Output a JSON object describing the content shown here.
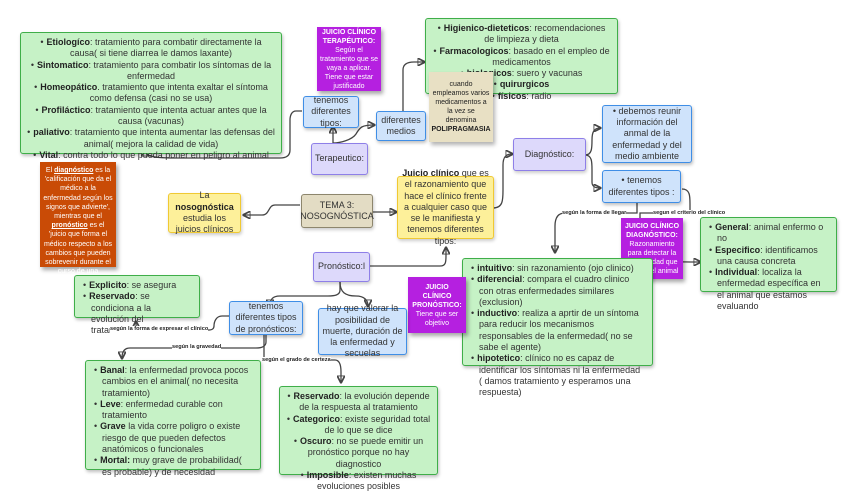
{
  "title": "TEMA 3: NOSOGNÓSTICA",
  "central": {
    "line1": "TEMA 3:",
    "line2": "NOSOGNÓSTICA"
  },
  "nosognostica_def": {
    "prefix": "La ",
    "bold": "nosognóstica",
    "suffix": " estudia los juicios clínicos"
  },
  "juicio_clinico": {
    "bold": "Juicio clínico",
    "text": " que es el razonamiento que hace el clínico frente a cualquier caso que se le manifiesta y tenemos diferentes tipos:"
  },
  "terapeutico": {
    "label": "Terapeutico:",
    "tipos_label": "tenemos diferentes tipos:",
    "medios_label": "diferentes medios",
    "tipos": [
      {
        "term": "Etiologíco",
        "desc": ": tratamiento para combatir directamente la causa( si tiene diarrea le damos laxante)"
      },
      {
        "term": "Sintomatico",
        "desc": ": tratamiento para combatir los síntomas de la enfermedad"
      },
      {
        "term": "Homeopático",
        "desc": ". tratamiento que intenta exaltar el síntoma como defensa (casi no se usa)"
      },
      {
        "term": "Profiláctico",
        "desc": ": tratamiento que intenta actuar antes que la causa (vacunas)"
      },
      {
        "term": "paliativo",
        "desc": ": tratamiento que intenta aumentar las defensas del animal( mejora la calidad de vida)"
      },
      {
        "term": "Vital",
        "desc": ": contra todo lo que pueda poner en peligro al animal"
      }
    ],
    "medios": [
      {
        "term": "Higienico-dieteticos",
        "desc": ": recomendaciones de limpieza y dieta"
      },
      {
        "term": "Farmacologicos",
        "desc": ": basado en el empleo de medicamentos"
      },
      {
        "term": "biologicos",
        "desc": ": suero y vacunas"
      },
      {
        "term": "quirurgicos",
        "desc": ""
      },
      {
        "term": "físicos",
        "desc": ": radio"
      }
    ],
    "note": {
      "title": "JUICIO CLÍNICO TERAPÉUTICO:",
      "text": "Según el tratamiento que se vaya a aplicar. Tiene que estar justificado"
    },
    "polipragmasia_note": {
      "text": "cuando empleamos varios medicamentos a la vez se denomina",
      "bold": "POLIPRAGMASIA"
    }
  },
  "diagnostico": {
    "label": "Diagnóstico:",
    "reunir": "debemos reunir información del anmal de la enfermedad y del medio ambiente",
    "tipos_label": "tenemos diferentes tipos :",
    "edge_forma_llegar": "según la forma de llegar",
    "edge_criterio": "segun el criterio del clínico",
    "criterio": [
      {
        "term": "General",
        "desc": ": animal enfermo o no"
      },
      {
        "term": "Especifico",
        "desc": ": identificamos una causa concreta"
      },
      {
        "term": "Individual",
        "desc": ": localiza la enfermedad específica en el animal que estamos evaluando"
      }
    ],
    "forma": [
      {
        "term": "intuitivo",
        "desc": ": sin razonamiento (ojo clinico)"
      },
      {
        "term": "diferencial",
        "desc": ": compara el cuadro clinico con otras enfermedades similares (exclusion)"
      },
      {
        "term": "inductivo",
        "desc": ": realiza a aprtir de un síntoma para reducir los mecanismos responsables de la enfermedad( no se sabe el agente)"
      },
      {
        "term": "hipotetico",
        "desc": ": clínico no es capaz de identificar los síntomas ni la enfermedad ( damos tratamiento y esperamos una respuesta)"
      }
    ],
    "note": {
      "title": "JUICIO CLÍNICO DIAGNÓSTICO:",
      "text": "Razonamiento para detectar la enfermedad que padece el animal"
    }
  },
  "pronostico": {
    "label": "Pronóstico:l",
    "tipos_label": "tenemos diferentes tipos de pronósticos:",
    "valorar": "hay que valorar la posibilidad de muerte, duración de la enfermedad y secuelas",
    "edge_expresar": "según la forma de expresar el clínico",
    "edge_gravedad": "según la gravedad",
    "edge_certeza": "según el grado de certeza",
    "expresar": [
      {
        "term": "Explicito",
        "desc": ": se asegura"
      },
      {
        "term": "Reservado",
        "desc": ": se condiciona a la evolución del tratamiento"
      }
    ],
    "gravedad": [
      {
        "term": "Banal",
        "desc": ": la enfermedad provoca pocos cambios en el animal( no necesita tratamiento)"
      },
      {
        "term": "Leve",
        "desc": ": enfermedad curable con tratamiento"
      },
      {
        "term": "Grave",
        "desc": " la vida corre poligro o existe riesgo de que pueden defectos anatómicos o funcionales"
      },
      {
        "term": "Mortal:",
        "desc": " muy grave de probabilidad( es probable) y de necesidad"
      }
    ],
    "certeza": [
      {
        "term": "Reservado",
        "desc": ": la evolución depende de la respuesta al tratamiento"
      },
      {
        "term": "Categorico",
        "desc": ": existe seguridad total de lo que se dice"
      },
      {
        "term": "Oscuro",
        "desc": ": no se puede emitir un pronóstico porque no hay diagnostico"
      },
      {
        "term": "Imposible",
        "desc": ": existen muchas evoluciones posibles"
      }
    ],
    "note": {
      "title": "JUICIO CLÍNICO PRONÓSTICO:",
      "text": "Tiene que ser objetivo"
    }
  },
  "orange_note": {
    "p1": "El ",
    "diag_word": "diagnóstico",
    "p2": " es la 'calificación que da el médico a la enfermedad según los signos que advierte', mientras que el ",
    "pron_word": "pronóstico",
    "p3": " es el 'juicio que forma el médico respecto a los cambios que pueden sobrevenir durante el curso de una enfermedad, y sobre su duración y terminación por los síntomas que la han precedido"
  },
  "colors": {
    "green_fill": "#c6f2c6",
    "green_border": "#3fae49",
    "blue_fill": "#cfe3fb",
    "blue_border": "#3f8ee6",
    "lavender_fill": "#ddd9fb",
    "lavender_border": "#8e7fe8",
    "yellow_fill": "#fdf09a",
    "yellow_border": "#f0c933",
    "tan_fill": "#e3dcc4",
    "tan_border": "#8d866d",
    "purple_note": "#b520e0",
    "orange_note": "#c94b06"
  }
}
